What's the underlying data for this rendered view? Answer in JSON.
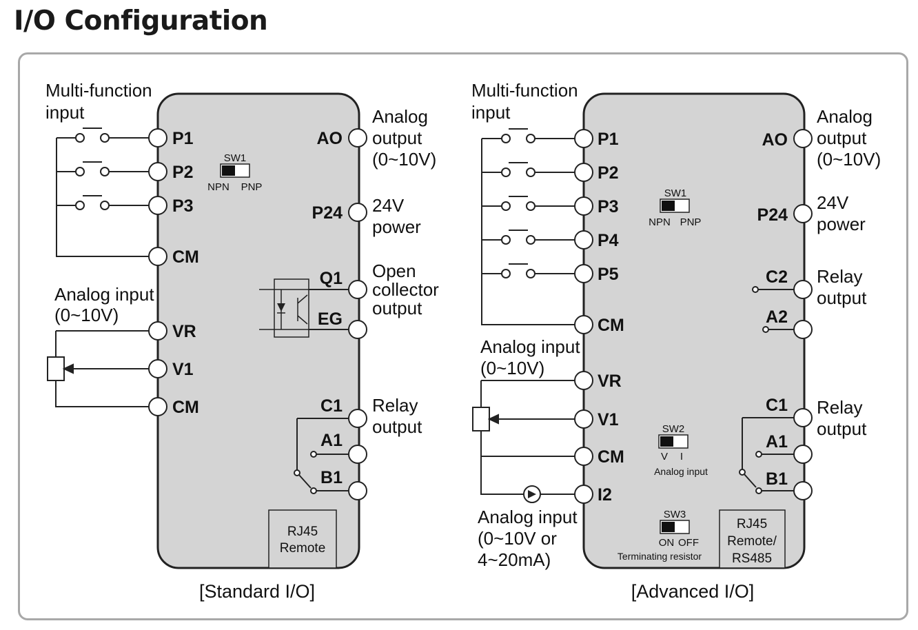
{
  "page": {
    "title": "I/O Configuration"
  },
  "standard": {
    "caption": "[Standard I/O]",
    "mf_label": [
      "Multi-function",
      "input"
    ],
    "inputs": [
      "P1",
      "P2",
      "P3",
      "CM"
    ],
    "analog_label": [
      "Analog input",
      "(0~10V)"
    ],
    "analog_terms": [
      "VR",
      "V1",
      "CM"
    ],
    "sw1": {
      "title": "SW1",
      "left": "NPN",
      "right": "PNP"
    },
    "ao": {
      "term": "AO",
      "label": [
        "Analog",
        "output",
        "(0~10V)"
      ]
    },
    "p24": {
      "term": "P24",
      "label": [
        "24V",
        "power"
      ]
    },
    "oc": {
      "terms": [
        "Q1",
        "EG"
      ],
      "label": [
        "Open",
        "collector",
        "output"
      ]
    },
    "relay": {
      "terms": [
        "C1",
        "A1",
        "B1"
      ],
      "label": [
        "Relay",
        "output"
      ]
    },
    "rj45": [
      "RJ45",
      "Remote"
    ]
  },
  "advanced": {
    "caption": "[Advanced I/O]",
    "mf_label": [
      "Multi-function",
      "input"
    ],
    "inputs": [
      "P1",
      "P2",
      "P3",
      "P4",
      "P5",
      "CM"
    ],
    "analog_label": [
      "Analog input",
      "(0~10V)"
    ],
    "analog_terms": [
      "VR",
      "V1",
      "CM",
      "I2"
    ],
    "analog2_label": [
      "Analog input",
      "(0~10V or",
      "4~20mA)"
    ],
    "sw1": {
      "title": "SW1",
      "left": "NPN",
      "right": "PNP"
    },
    "sw2": {
      "title": "SW2",
      "left": "V",
      "right": "I",
      "sub": "Analog input"
    },
    "sw3": {
      "title": "SW3",
      "left": "ON",
      "right": "OFF",
      "sub": "Terminating resistor"
    },
    "ao": {
      "term": "AO",
      "label": [
        "Analog",
        "output",
        "(0~10V)"
      ]
    },
    "p24": {
      "term": "P24",
      "label": [
        "24V",
        "power"
      ]
    },
    "relay1": {
      "terms": [
        "C2",
        "A2"
      ],
      "label": [
        "Relay",
        "output"
      ]
    },
    "relay2": {
      "terms": [
        "C1",
        "A1",
        "B1"
      ],
      "label": [
        "Relay",
        "output"
      ]
    },
    "rj45": [
      "RJ45",
      "Remote/",
      "RS485"
    ]
  }
}
